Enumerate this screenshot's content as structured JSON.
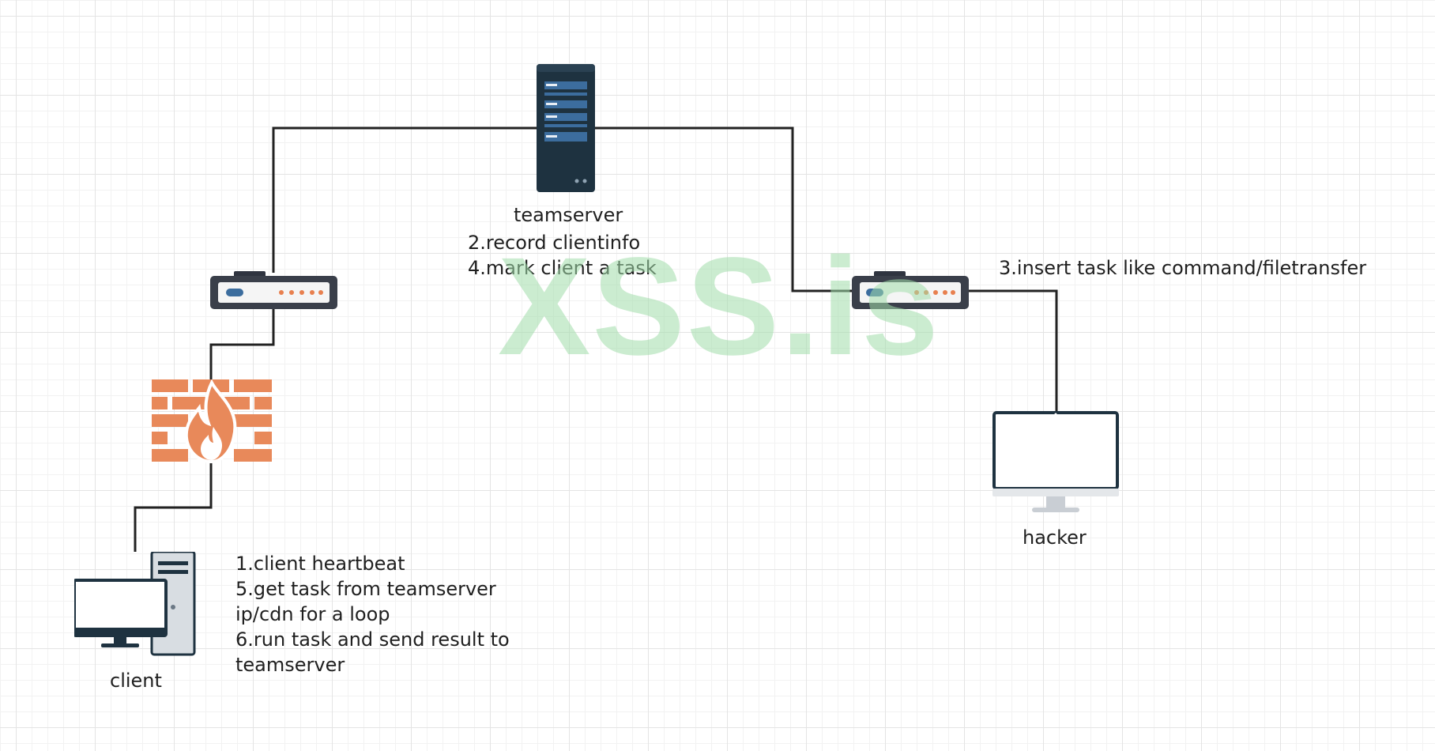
{
  "diagram": {
    "watermark": "XSS.is",
    "teamserver": {
      "name": "teamserver",
      "notes": [
        "2.record clientinfo",
        "4.mark client a task"
      ]
    },
    "hacker": {
      "name": "hacker",
      "note": "3.insert task like command/filetransfer"
    },
    "client": {
      "name": "client",
      "notes": [
        "1.client heartbeat",
        "5.get task from teamserver",
        "ip/cdn for a loop",
        "6.run task and send result to",
        "teamserver"
      ]
    },
    "icons": {
      "server": "server-icon",
      "router_left": "router-icon",
      "router_right": "router-icon",
      "firewall": "firewall-icon",
      "monitor": "monitor-icon",
      "desktop": "desktop-computer-icon"
    },
    "colors": {
      "line": "#222222",
      "server": "#1e3240",
      "server_stripe": "#3c6d9e",
      "router": "#3a3f4a",
      "router_light": "#f5f5f5",
      "router_led": "#e8804f",
      "firewall_brick": "#e8895a",
      "watermark": "#a0dcaa"
    }
  }
}
